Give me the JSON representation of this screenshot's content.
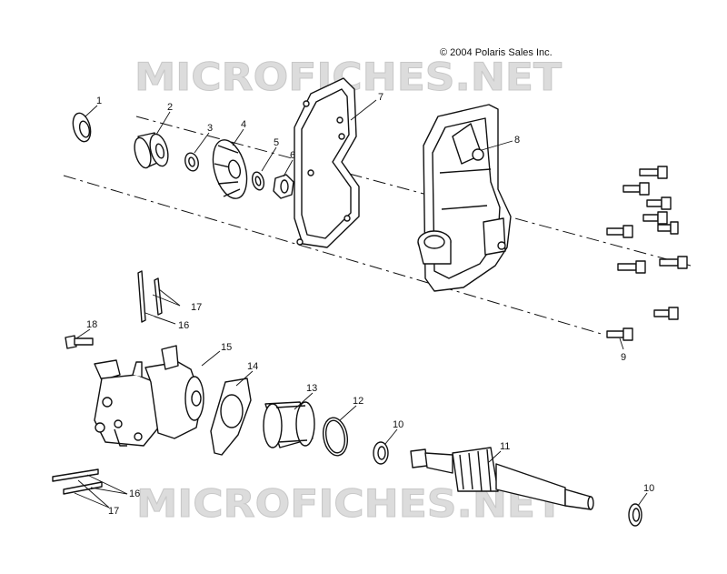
{
  "copyright": "© 2004 Polaris Sales Inc.",
  "watermarks": [
    {
      "text": "MICROFICHES.NET"
    },
    {
      "text": "MICROFICHES.NET"
    }
  ],
  "callouts": [
    "1",
    "2",
    "3",
    "4",
    "5",
    "6",
    "7",
    "8",
    "9",
    "10",
    "10",
    "11",
    "12",
    "13",
    "14",
    "15",
    "16",
    "16",
    "17",
    "17",
    "18"
  ],
  "colors": {
    "line": "#111111",
    "watermark": "#d9d9d9",
    "background": "#ffffff"
  }
}
